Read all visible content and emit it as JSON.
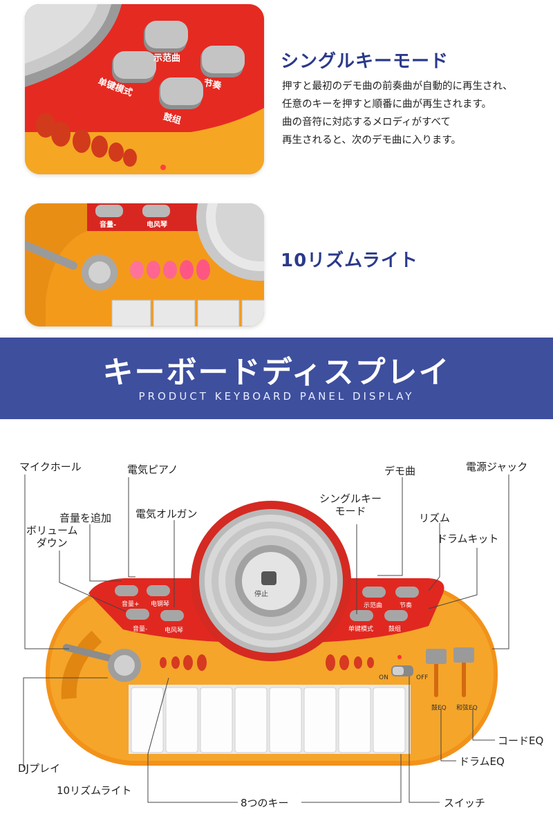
{
  "features": [
    {
      "title": "シングルキーモード",
      "description": [
        "押すと最初のデモ曲の前奏曲が自動的に再生され、",
        "任意のキーを押すと順番に曲が再生されます。",
        "曲の音符に対応するメロディがすべて",
        "再生されると、次のデモ曲に入ります。"
      ],
      "photo_buttons": [
        "示范曲",
        "节奏",
        "单键模式",
        "鼓组"
      ]
    },
    {
      "title": "10リズムライト",
      "photo_buttons": [
        "音量-",
        "电风琴"
      ]
    }
  ],
  "banner": {
    "title": "キーボードディスプレイ",
    "subtitle": "PRODUCT KEYBOARD PANEL DISPLAY"
  },
  "toy_labels": {
    "vol_up": "音量+",
    "piano": "电钢琴",
    "vol_down": "音量-",
    "organ": "电风琴",
    "stop": "停止",
    "demo": "示范曲",
    "rhythm": "节奏",
    "single_key": "单键模式",
    "drum_kit": "鼓组",
    "on": "ON",
    "off": "OFF",
    "drum_eq": "鼓EQ",
    "chord_eq": "和弦EQ"
  },
  "callouts": {
    "mic_hole": "マイクホール",
    "electric_piano": "電気ピアノ",
    "volume_up": "音量を追加",
    "volume_down_line1": "ボリューム",
    "volume_down_line2": "ダウン",
    "electric_organ": "電気オルガン",
    "single_key_line1": "シングルキー",
    "single_key_line2": "モード",
    "demo_song": "デモ曲",
    "power_jack": "電源ジャック",
    "rhythm": "リズム",
    "drum_kit": "ドラムキット",
    "chord_eq": "コードEQ",
    "drum_eq": "ドラムEQ",
    "dj_play": "DJプレイ",
    "rhythm_lights": "10リズムライト",
    "eight_keys": "8つのキー",
    "switch": "スイッチ"
  }
}
